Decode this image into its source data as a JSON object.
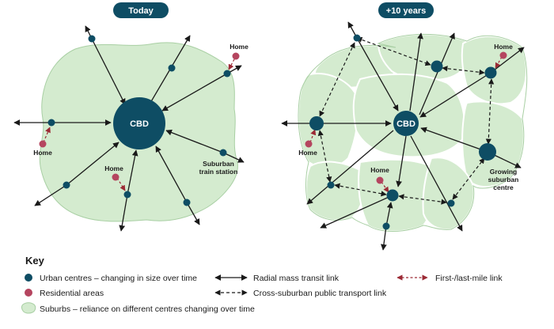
{
  "panels": {
    "today": {
      "title": "Today",
      "cbd_label": "CBD",
      "home_label_1": "Home",
      "home_label_2": "Home",
      "home_label_3": "Home",
      "station_label_1": "Suburban",
      "station_label_2": "train station"
    },
    "future": {
      "title": "+10 years",
      "cbd_label": "CBD",
      "home_label_1": "Home",
      "home_label_2": "Home",
      "home_label_3": "Home",
      "growing_label_1": "Growing",
      "growing_label_2": "suburban",
      "growing_label_3": "centre"
    }
  },
  "key": {
    "title": "Key",
    "urban_centres": "Urban centres – changing in size over time",
    "residential": "Residential areas",
    "suburbs": "Suburbs – reliance on different centres changing over time",
    "radial": "Radial mass transit link",
    "cross_suburban": "Cross-suburban public transport link",
    "first_last_mile": "First-/last-mile link"
  },
  "colors": {
    "centre": "#0e4d64",
    "residential": "#b5455f",
    "suburb_fill": "#d4ebcf",
    "suburb_stroke": "#a8cfa3",
    "line": "#1a1a1a",
    "first_last_mile": "#9c2a35"
  }
}
